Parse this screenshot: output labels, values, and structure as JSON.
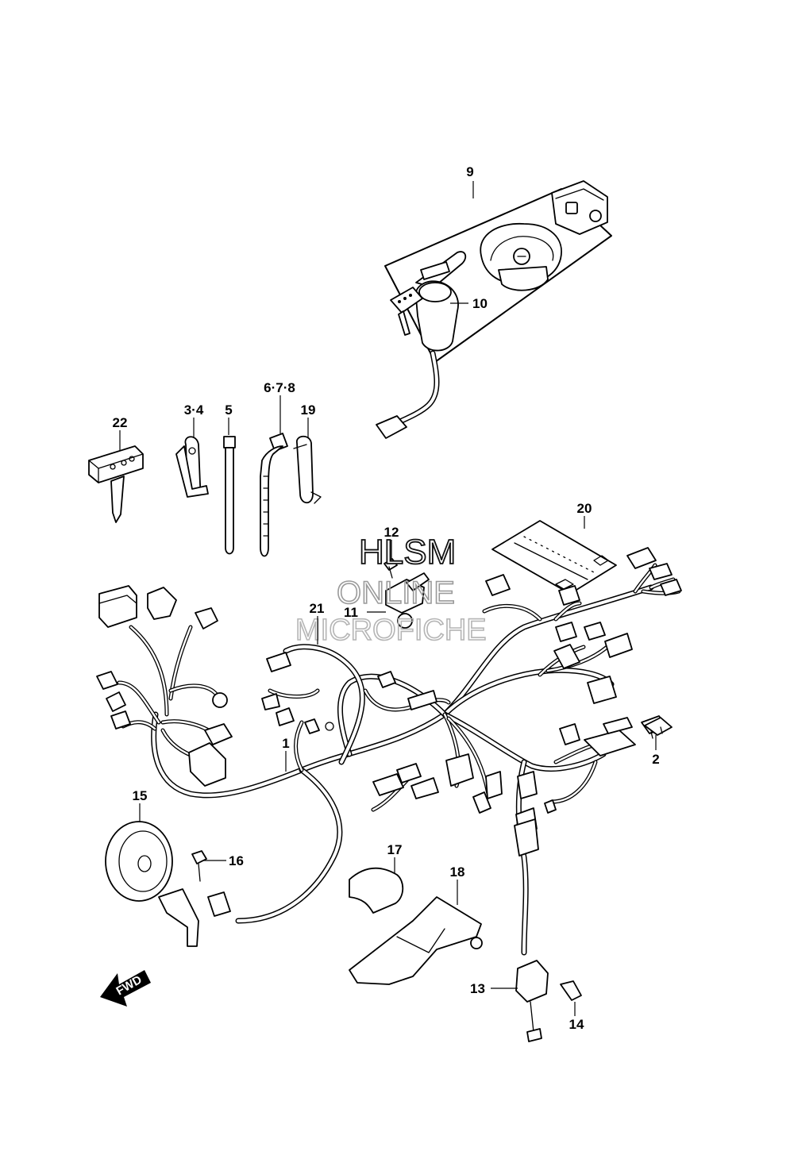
{
  "callouts": {
    "c1": "1",
    "c2": "2",
    "c3_4": "3·4",
    "c5": "5",
    "c6_7_8": "6·7·8",
    "c9": "9",
    "c10": "10",
    "c11": "11",
    "c12": "12",
    "c13": "13",
    "c14": "14",
    "c15": "15",
    "c16": "16",
    "c17": "17",
    "c18": "18",
    "c19": "19",
    "c20": "20",
    "c21": "21",
    "c22": "22"
  },
  "watermark": {
    "line1": "HLSM",
    "line2": "ONLINE",
    "line3": "MICROFICHE"
  },
  "direction_arrow": "FWD"
}
